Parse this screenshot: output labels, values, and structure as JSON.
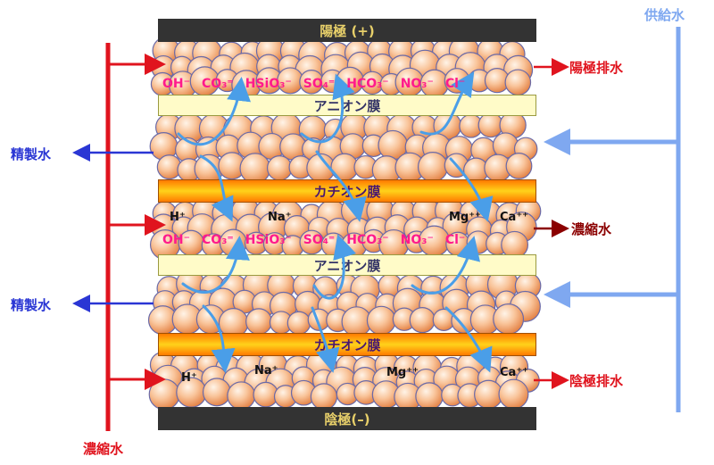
{
  "electrodes": {
    "anode": "陽極 (+)",
    "cathode": "陰極(–)"
  },
  "membranes": {
    "anion": "アニオン膜",
    "cation": "カチオン膜"
  },
  "labels": {
    "supply_water": "供給水",
    "anode_drain": "陽極排水",
    "cathode_drain": "陰極排水",
    "concentrate_right": "濃縮水",
    "concentrate_bottom": "濃縮水",
    "purified_1": "精製水",
    "purified_2": "精製水"
  },
  "anions": [
    "OH⁻",
    "CO₃⁼",
    "HSiO₃⁻",
    "SO₄⁼",
    "HCO₃⁻",
    "NO₃⁻",
    "Cl⁻"
  ],
  "cations": [
    "H⁺",
    "Na⁺",
    "Mg⁺⁺",
    "Ca⁺⁺"
  ],
  "colors": {
    "supply": "#7fa8f0",
    "concentrate": "#e0141e",
    "purified": "#2a36d4",
    "ion_flow": "#4a9ee8",
    "resin": "#f3b486",
    "anion_text": "#ff1a8c"
  }
}
